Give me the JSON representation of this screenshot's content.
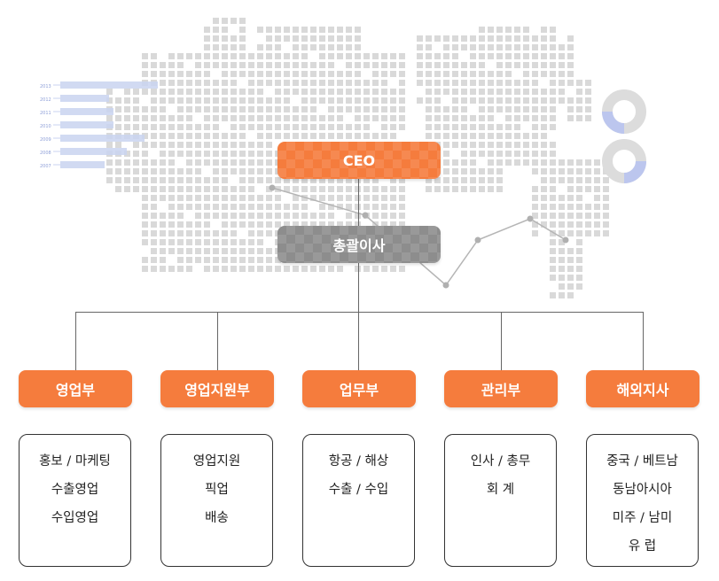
{
  "org": {
    "ceo": "CEO",
    "president": "총괄이사",
    "departments": [
      {
        "name": "영업부",
        "items": [
          "홍보 / 마케팅",
          "수출영업",
          "수입영업"
        ]
      },
      {
        "name": "영업지원부",
        "items": [
          "영업지원",
          "픽업",
          "배송"
        ]
      },
      {
        "name": "업무부",
        "items": [
          "항공 / 해상",
          "수출 / 수입"
        ]
      },
      {
        "name": "관리부",
        "items": [
          "인사 / 총무",
          "회 계"
        ]
      },
      {
        "name": "해외지사",
        "items": [
          "중국 / 베트남",
          "동남아시아",
          "미주 / 남미",
          "유 럽"
        ]
      }
    ]
  },
  "decor": {
    "year_labels": [
      "2013",
      "2012",
      "2011",
      "2010",
      "2009",
      "2008",
      "2007"
    ],
    "colors": {
      "accent": "#f57c3d",
      "gray_box": "#8d8d8d",
      "map_dot": "#d9d9d9",
      "bar": "#c9d3f0"
    }
  }
}
